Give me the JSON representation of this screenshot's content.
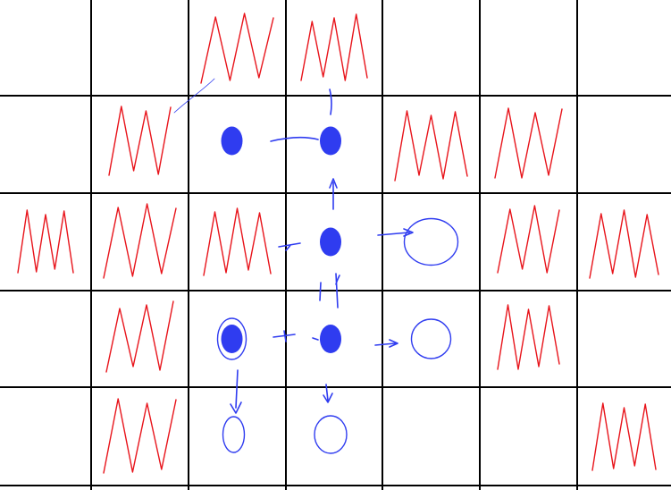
{
  "board": {
    "columns": 7,
    "rows": 5,
    "colors": {
      "hatch": "#e8141b",
      "marker": "#2f3cf0",
      "grid": "#000000",
      "background": "#ffffff"
    }
  },
  "hatched_cells": [
    {
      "row": 0,
      "col": 2
    },
    {
      "row": 0,
      "col": 3
    },
    {
      "row": 1,
      "col": 1
    },
    {
      "row": 1,
      "col": 4
    },
    {
      "row": 1,
      "col": 5
    },
    {
      "row": 2,
      "col": 0
    },
    {
      "row": 2,
      "col": 1
    },
    {
      "row": 2,
      "col": 2
    },
    {
      "row": 2,
      "col": 5
    },
    {
      "row": 2,
      "col": 6
    },
    {
      "row": 3,
      "col": 1
    },
    {
      "row": 3,
      "col": 5
    },
    {
      "row": 4,
      "col": 1
    },
    {
      "row": 4,
      "col": 6
    }
  ],
  "filled_dots": [
    {
      "row": 1,
      "col": 2
    },
    {
      "row": 1,
      "col": 3
    },
    {
      "row": 2,
      "col": 3
    },
    {
      "row": 3,
      "col": 2,
      "circled": true
    },
    {
      "row": 3,
      "col": 3
    }
  ],
  "open_circles": [
    {
      "row": 2,
      "col": 4
    },
    {
      "row": 3,
      "col": 4
    },
    {
      "row": 4,
      "col": 2
    },
    {
      "row": 4,
      "col": 3
    }
  ]
}
